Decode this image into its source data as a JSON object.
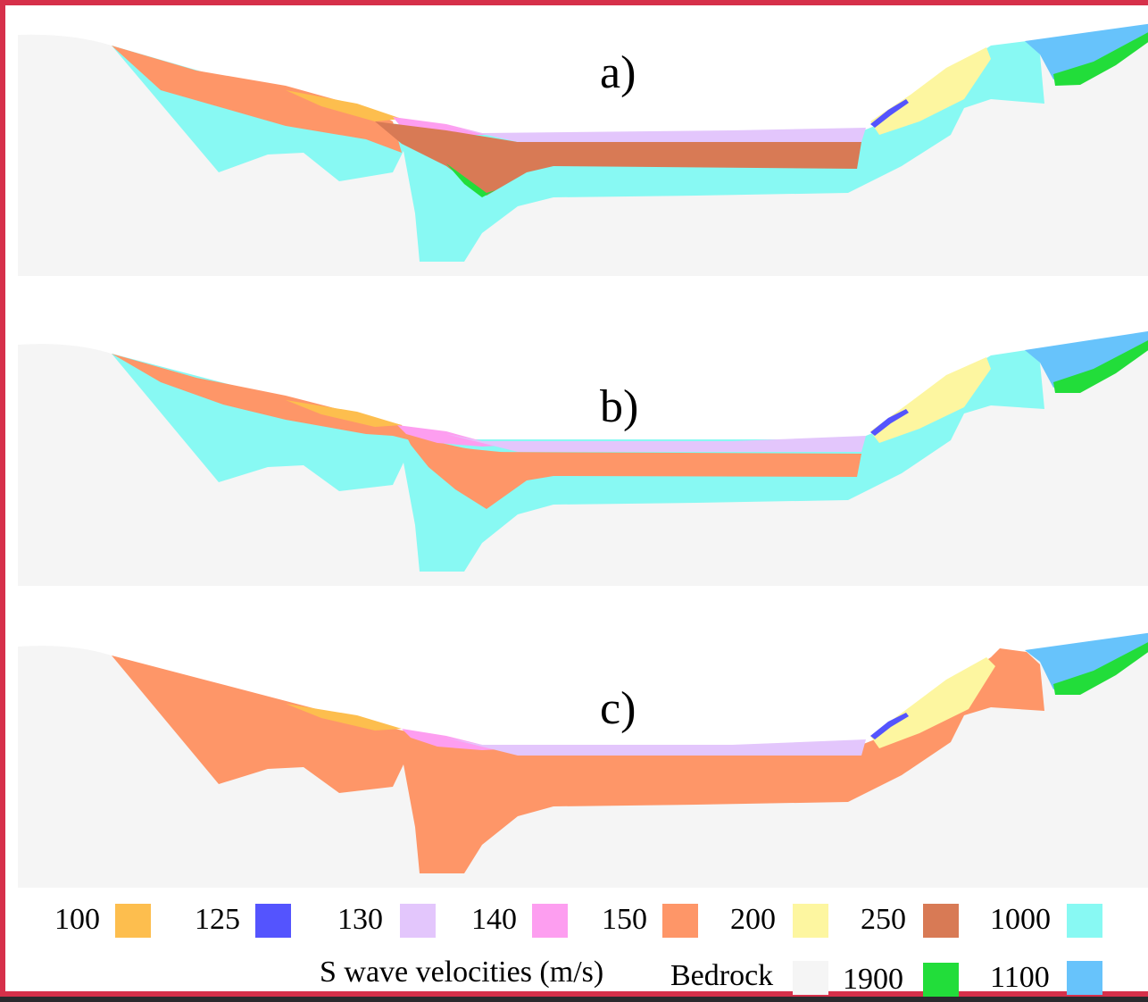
{
  "panels": [
    {
      "label": "a)"
    },
    {
      "label": "b)"
    },
    {
      "label": "c)"
    }
  ],
  "legend": {
    "title": "S wave velocities (m/s)",
    "bedrock_label": "Bedrock",
    "items": [
      {
        "value": "100",
        "color": "#fdbe4e"
      },
      {
        "value": "125",
        "color": "#5454fe"
      },
      {
        "value": "130",
        "color": "#e3c6fc"
      },
      {
        "value": "140",
        "color": "#fd9ef0"
      },
      {
        "value": "150",
        "color": "#fe9668"
      },
      {
        "value": "200",
        "color": "#fdf6a0"
      },
      {
        "value": "250",
        "color": "#d87a55"
      },
      {
        "value": "1000",
        "color": "#88f9f3"
      }
    ],
    "bedrock_items": [
      {
        "value": "",
        "color": "#f5f5f5"
      },
      {
        "value": "1900",
        "color": "#22dd3a"
      },
      {
        "value": "1100",
        "color": "#67c3fb"
      }
    ]
  }
}
